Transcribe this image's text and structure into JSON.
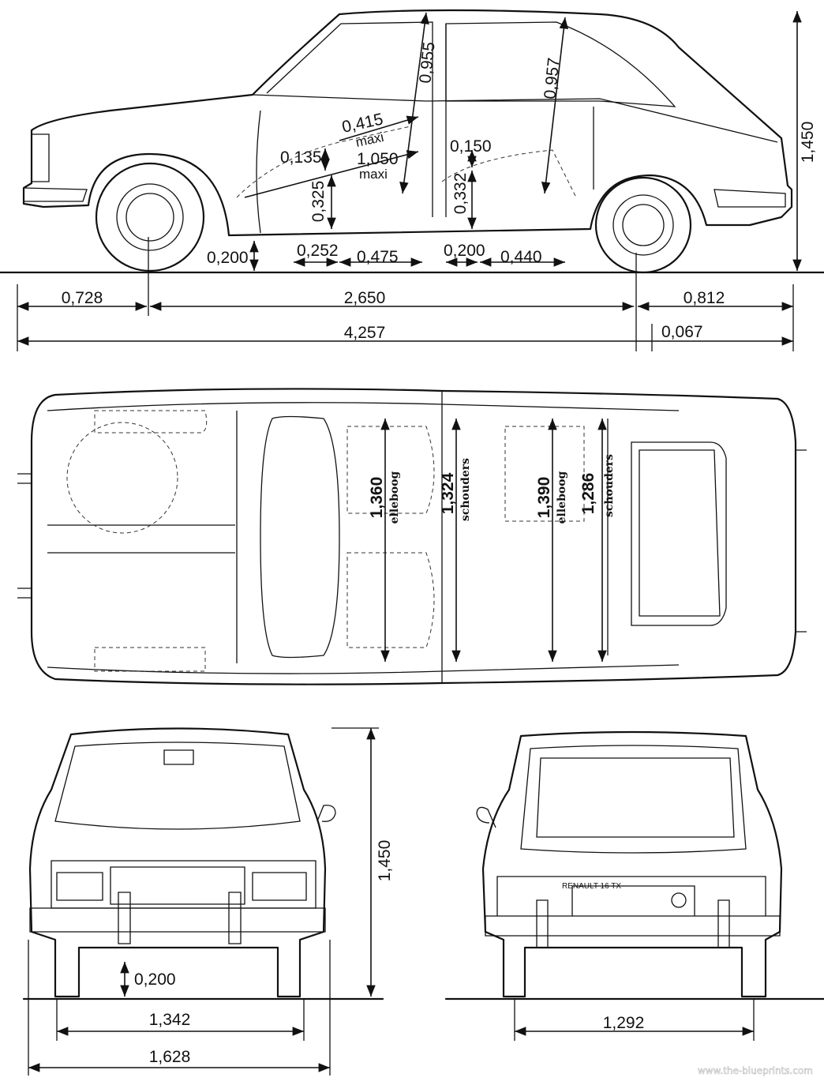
{
  "title": "Renault 16 TX blueprint",
  "side_view": {
    "overall_height": "1,450",
    "door_front_height": "0,955",
    "door_rear_height": "0,957",
    "seat_depth_front": "0,415",
    "seat_depth_front_note": "maxi",
    "legroom_front": "1,050",
    "legroom_front_note": "maxi",
    "seat_height_front": "0,135",
    "seat_floor_front": "0,325",
    "seat_height_rear": "0,150",
    "seat_floor_rear": "0,332",
    "ground_clearance": "0,200",
    "floor_a": "0,252",
    "floor_b": "0,475",
    "floor_c": "0,200",
    "floor_d": "0,440",
    "front_overhang": "0,728",
    "wheelbase": "2,650",
    "rear_overhang": "0,812",
    "overall_length": "4,257",
    "rear_offset": "0,067"
  },
  "top_view": {
    "front_elbow_width": "1,360",
    "front_elbow_label": "elleboog",
    "front_shoulder_width": "1,324",
    "front_shoulder_label": "schouders",
    "rear_elbow_width": "1,390",
    "rear_elbow_label": "elleboog",
    "rear_shoulder_width": "1,286",
    "rear_shoulder_label": "schouders"
  },
  "front_view": {
    "height": "1,450",
    "ground_clearance": "0,200",
    "front_track": "1,342",
    "overall_width": "1,628"
  },
  "rear_view": {
    "rear_track": "1,292",
    "badge": "RENAULT 16 TX"
  },
  "watermark": "www.the-blueprints.com"
}
